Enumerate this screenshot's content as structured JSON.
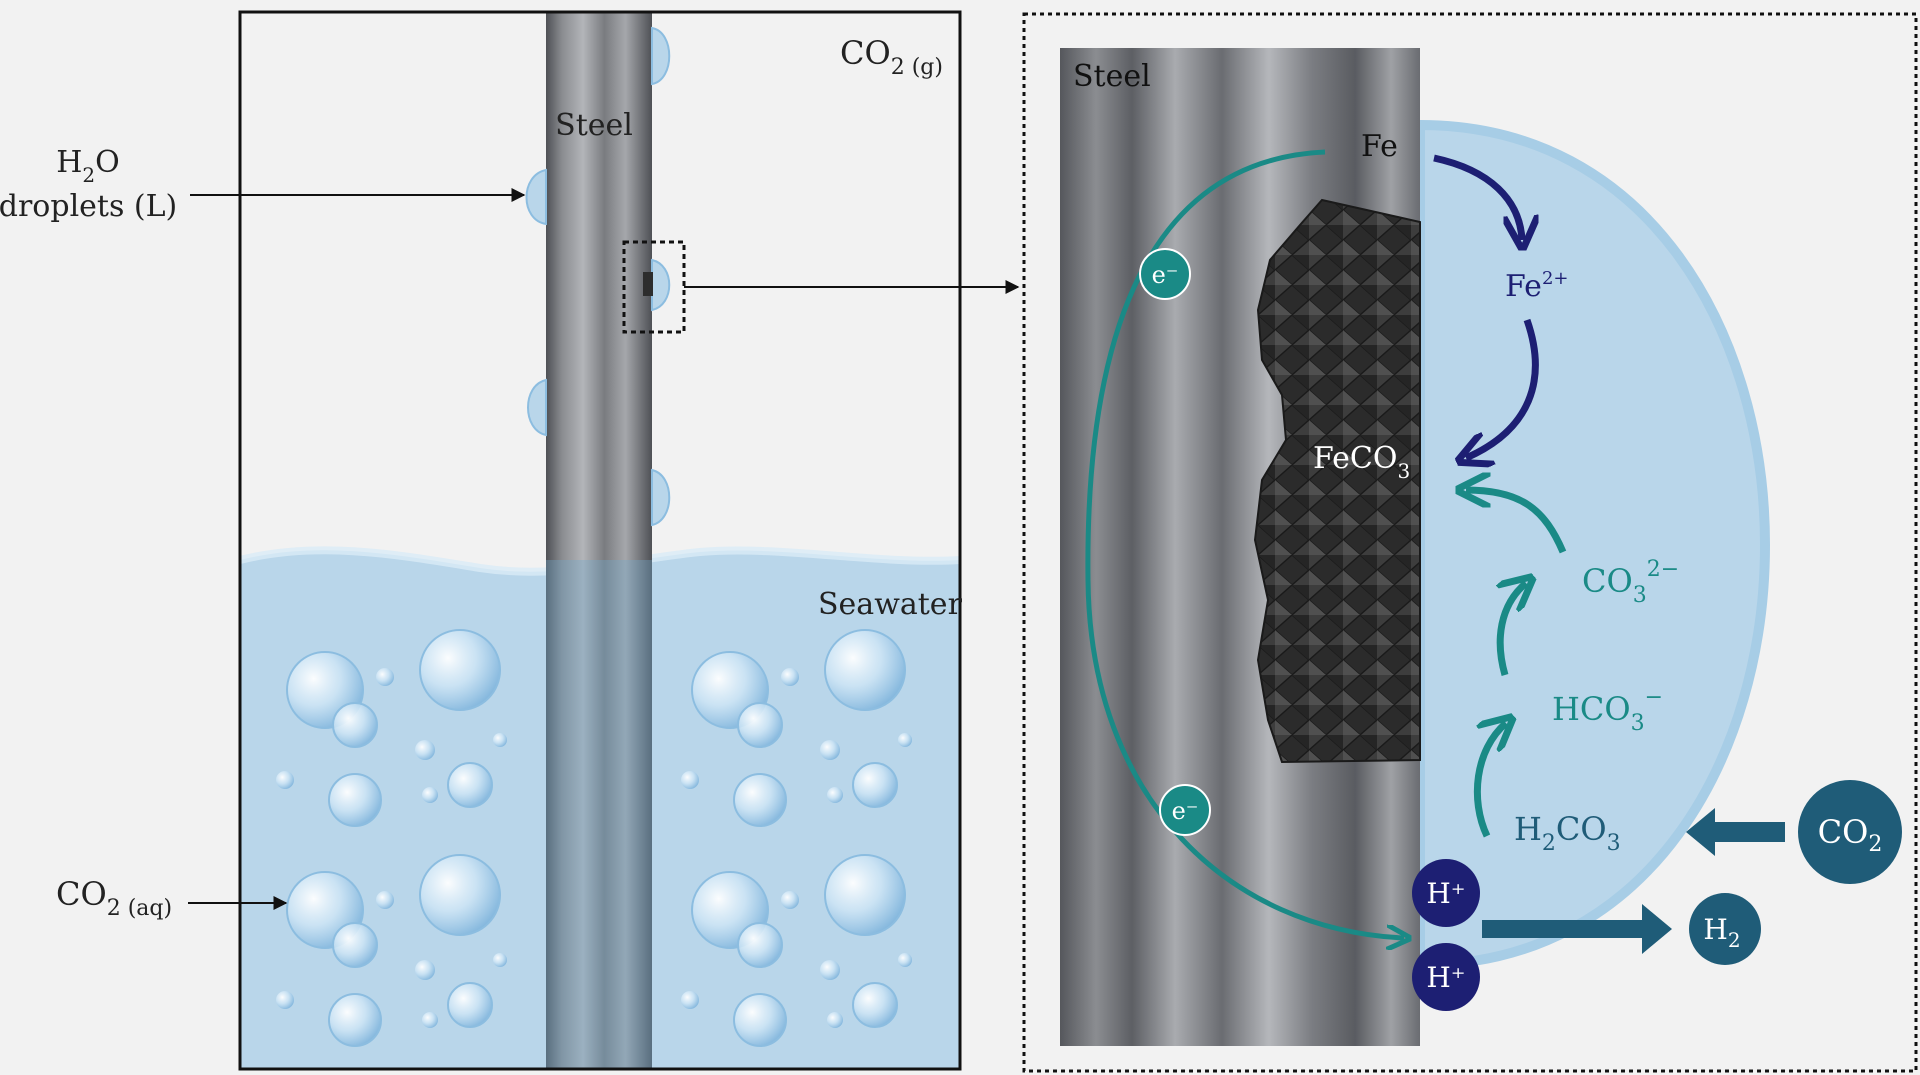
{
  "colors": {
    "background": "#f2f2f2",
    "seawater": "#b9d6ea",
    "steel_dark": "#4e5055",
    "steel_light": "#b3b5b9",
    "teal": "#1a8a86",
    "navy": "#1d1f73",
    "dark_teal": "#1f5c78",
    "fe_co3_crust": "#2d2d2d"
  },
  "left_panel": {
    "steel_label": "Steel",
    "gas_label": "CO",
    "gas_sub": "2 (g)",
    "seawater_label": "Seawater",
    "h2o_label_line1_a": "H",
    "h2o_label_line1_sub": "2",
    "h2o_label_line1_b": "O",
    "h2o_label_line2": "droplets (L)",
    "co2aq_label": "CO",
    "co2aq_sub": "2 (aq)"
  },
  "right_panel": {
    "steel_label": "Steel",
    "fe_label": "Fe",
    "fe2_label": "Fe",
    "fe2_sup": "2+",
    "feco3_label": "FeCO",
    "feco3_sub": "3",
    "co3_label": "CO",
    "co3_sub": "3",
    "co3_sup": "2−",
    "hco3_label": "HCO",
    "hco3_sub": "3",
    "hco3_sup": "−",
    "h2co3_a": "H",
    "h2co3_sub1": "2",
    "h2co3_b": "CO",
    "h2co3_sub2": "3",
    "electron_top": "e⁻",
    "electron_bottom": "e⁻",
    "proton_top": "H⁺",
    "proton_bottom": "H⁺",
    "co2_bubble_a": "CO",
    "co2_bubble_sub": "2",
    "h2_bubble_a": "H",
    "h2_bubble_sub": "2"
  }
}
